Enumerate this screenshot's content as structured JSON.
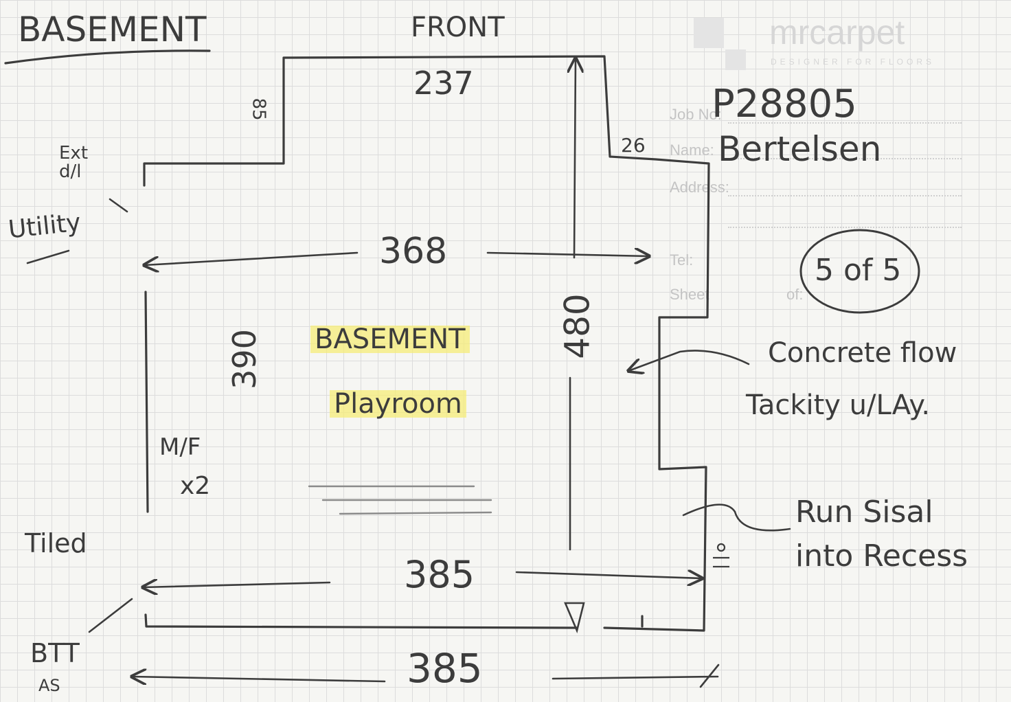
{
  "title": "BASEMENT",
  "front_label": "FRONT",
  "brand": {
    "name": "mrcarpet",
    "tagline": "DESIGNER FOR FLOORS"
  },
  "form": {
    "job_label": "Job No:",
    "name_label": "Name:",
    "address_label": "Address:",
    "tel_label": "Tel:",
    "sheet_label": "Sheet",
    "of_label": "of:"
  },
  "job_no": "P28805",
  "customer_name": "Bertelsen",
  "sheet_number": "5 of 5",
  "room_name_line1": "BASEMENT",
  "room_name_line2": "Playroom",
  "dimensions": {
    "front_width": "237",
    "front_depth": "85",
    "side_step": "26",
    "width_upper": "368",
    "height_left": "390",
    "height_right": "480",
    "width_lower": "385",
    "width_bottom": "385"
  },
  "notes": {
    "ext_door": "Ext d/l",
    "utility": "Utility",
    "door_mf": "M/F",
    "door_count": "x2",
    "tiled": "Tiled",
    "btt_line1": "BTT",
    "btt_line2": "AS",
    "floor_line1": "Concrete flow",
    "floor_line2": "Tackity u/LAy.",
    "sisal_line1": "Run Sisal",
    "sisal_line2": "into Recess"
  },
  "colors": {
    "pencil": "#3c3c3c",
    "highlight": "#f6ec78",
    "print": "#c4c4c4"
  }
}
